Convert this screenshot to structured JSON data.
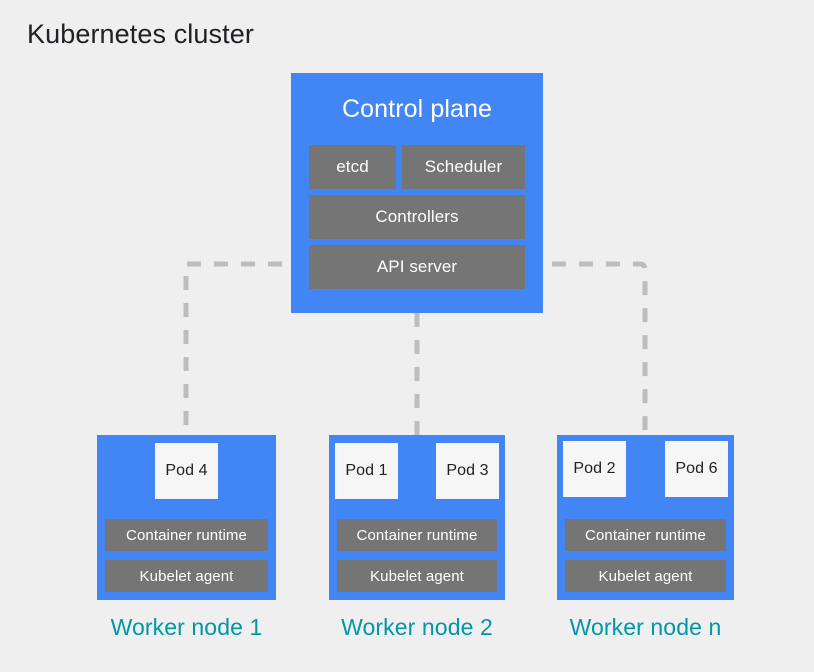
{
  "title": "Kubernetes cluster",
  "colors": {
    "background": "#efefef",
    "node_blue": "#4285f4",
    "component_gray": "#757575",
    "pod_white": "#f6f6f6",
    "caption_teal": "#0097a7",
    "connector_gray": "#bdbdbd",
    "title_text": "#202124"
  },
  "control_plane": {
    "title": "Control plane",
    "components": [
      {
        "id": "etcd",
        "label": "etcd"
      },
      {
        "id": "scheduler",
        "label": "Scheduler"
      },
      {
        "id": "controllers",
        "label": "Controllers"
      },
      {
        "id": "api_server",
        "label": "API server"
      }
    ]
  },
  "worker_nodes": [
    {
      "caption": "Worker node 1",
      "pods": [
        {
          "label": "Pod 4"
        }
      ],
      "runtime_label": "Container runtime",
      "kubelet_label": "Kubelet agent"
    },
    {
      "caption": "Worker node 2",
      "pods": [
        {
          "label": "Pod 1"
        },
        {
          "label": "Pod 3"
        }
      ],
      "runtime_label": "Container runtime",
      "kubelet_label": "Kubelet agent"
    },
    {
      "caption": "Worker node n",
      "pods": [
        {
          "label": "Pod 2"
        },
        {
          "label": "Pod 6"
        }
      ],
      "runtime_label": "Container runtime",
      "kubelet_label": "Kubelet agent"
    }
  ],
  "connectors": {
    "style": "dashed",
    "description": "API server connects horizontally to left and right branches, each dropping vertically to a worker node; a third branch drops straight down from the control plane to worker node 2."
  }
}
